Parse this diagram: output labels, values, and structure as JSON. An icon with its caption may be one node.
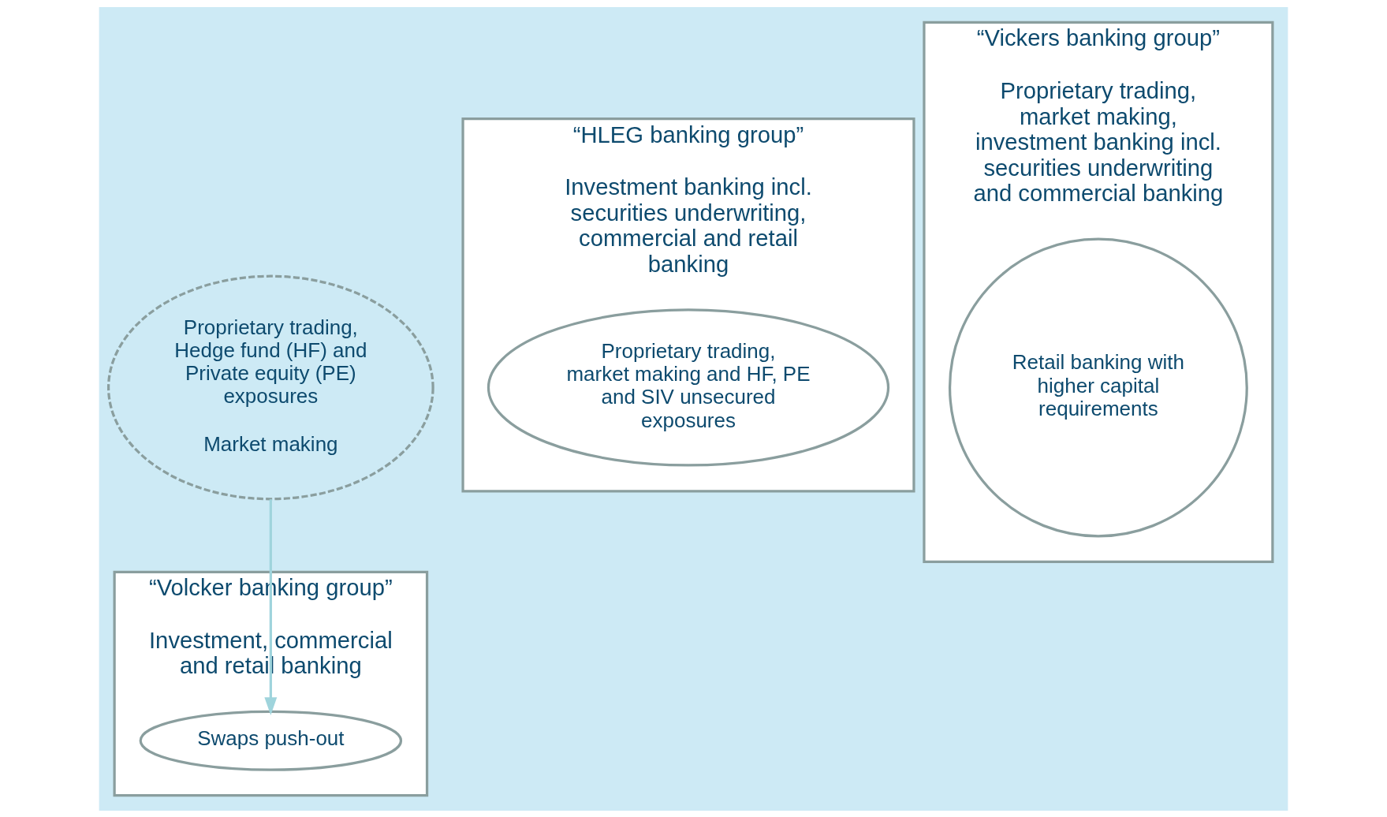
{
  "diagram": {
    "nodes": [
      {
        "text": [
          "“Volcker banking group”",
          "Investment, commercial and retail banking"
        ]
      },
      {
        "text": [
          "Proprietary trading, Hedge fund (HF) and Private equity (PE) exposures",
          "Market making"
        ]
      },
      {
        "text": [
          "Swaps push-out"
        ],
        "in": 0
      },
      {
        "text": [
          "“HLEG banking group”",
          "Investment banking incl. securities underwriting, commercial and retail banking"
        ]
      },
      {
        "text": [
          "Proprietary trading, market making and HF, PE and SIV unsecured exposures"
        ],
        "in": 3
      },
      {
        "text": [
          "“Vickers banking group”",
          "Proprietary trading, market making, investment banking incl. securities underwriting and commercial banking"
        ]
      },
      {
        "text": [
          "Retail banking with higher capital requirements"
        ],
        "in": 5
      }
    ],
    "edges": [
      {
        "from": 1,
        "to": 2,
        "arrow": "to"
      }
    ]
  }
}
